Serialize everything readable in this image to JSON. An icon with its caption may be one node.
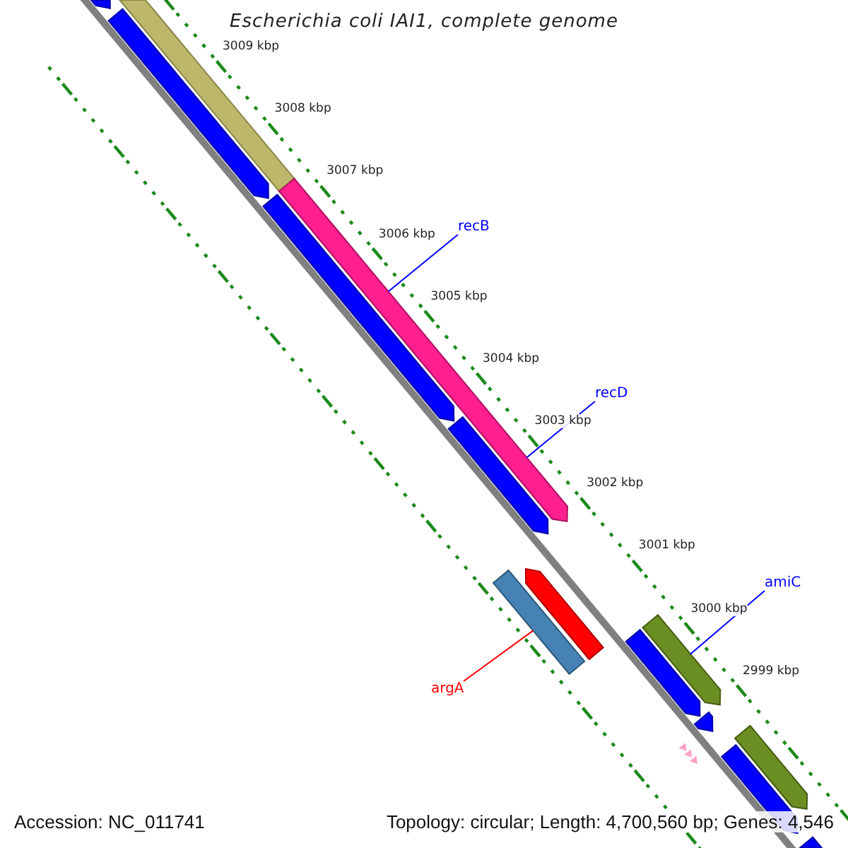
{
  "diagram": {
    "title": "Escherichia coli IAI1, complete genome",
    "nodes": [
      {
        "text": [],
        "shape": "bar"
      },
      {
        "text": [],
        "shape": "bar"
      },
      {
        "text": [],
        "shape": "bar"
      },
      {
        "text": [
          "recB"
        ]
      },
      {
        "text": [],
        "shape": "bar"
      },
      {
        "text": [],
        "shape": "bar"
      },
      {
        "text": [
          "recD"
        ]
      },
      {
        "text": [],
        "shape": "bar"
      },
      {
        "text": [],
        "shape": "bar"
      },
      {
        "text": [],
        "shape": "bar"
      },
      {
        "text": [
          "amiC"
        ]
      },
      {
        "text": [],
        "shape": "bar"
      },
      {
        "text": [],
        "shape": "bar"
      },
      {
        "text": [],
        "shape": "bar"
      },
      {
        "text": [
          "argA"
        ]
      },
      {
        "text": [],
        "shape": "bar"
      },
      {
        "text": [],
        "shape": "bar"
      },
      {
        "text": [],
        "shape": "bar"
      }
    ],
    "edges": [
      {
        "from": 3,
        "to": 4,
        "arrow": "none"
      },
      {
        "from": 6,
        "to": 4,
        "arrow": "none"
      },
      {
        "from": 10,
        "to": 11,
        "arrow": "none"
      },
      {
        "from": 14,
        "to": 8,
        "arrow": "none",
        "color": "#ff0000"
      }
    ],
    "labels": [
      "3009 kbp",
      "3008 kbp",
      "3007 kbp",
      "3006 kbp",
      "3005 kbp",
      "3004 kbp",
      "3003 kbp",
      "3002 kbp",
      "3001 kbp",
      "3000 kbp",
      "2999 kbp",
      "Accession: NC_011741",
      "Topology: circular; Length: 4,700,560 bp; Genes: 4,546"
    ]
  }
}
